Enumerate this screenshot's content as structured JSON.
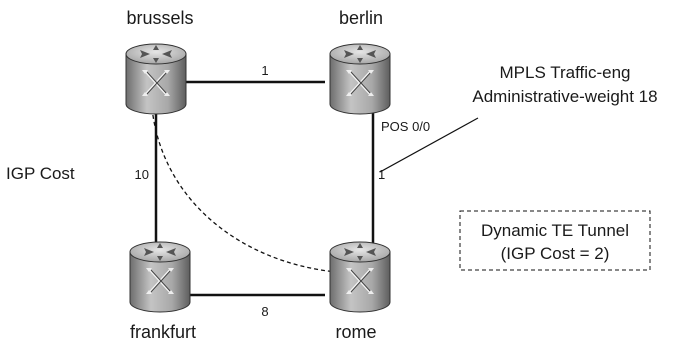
{
  "diagram": {
    "nodes": [
      {
        "id": "brussels",
        "label": "brussels"
      },
      {
        "id": "berlin",
        "label": "berlin"
      },
      {
        "id": "frankfurt",
        "label": "frankfurt"
      },
      {
        "id": "rome",
        "label": "rome"
      }
    ],
    "links": [
      {
        "from": "brussels",
        "to": "berlin",
        "cost": "1"
      },
      {
        "from": "brussels",
        "to": "frankfurt",
        "cost": "10"
      },
      {
        "from": "frankfurt",
        "to": "rome",
        "cost": "8"
      },
      {
        "from": "berlin",
        "to": "rome",
        "cost": "1"
      }
    ],
    "tunnel": {
      "from": "brussels",
      "to": "rome",
      "style": "dashed"
    },
    "interface_label": "POS 0/0",
    "callout": {
      "line1": "MPLS Traffic-eng",
      "line2": "Administrative-weight 18"
    },
    "igp_cost_label": "IGP Cost",
    "tunnel_box": {
      "line1": "Dynamic TE Tunnel",
      "line2": "(IGP Cost = 2)"
    },
    "colors": {
      "line": "#111111",
      "router_body": "#9a9a9a",
      "router_top": "#bdbdbd",
      "router_edge": "#333333"
    }
  }
}
